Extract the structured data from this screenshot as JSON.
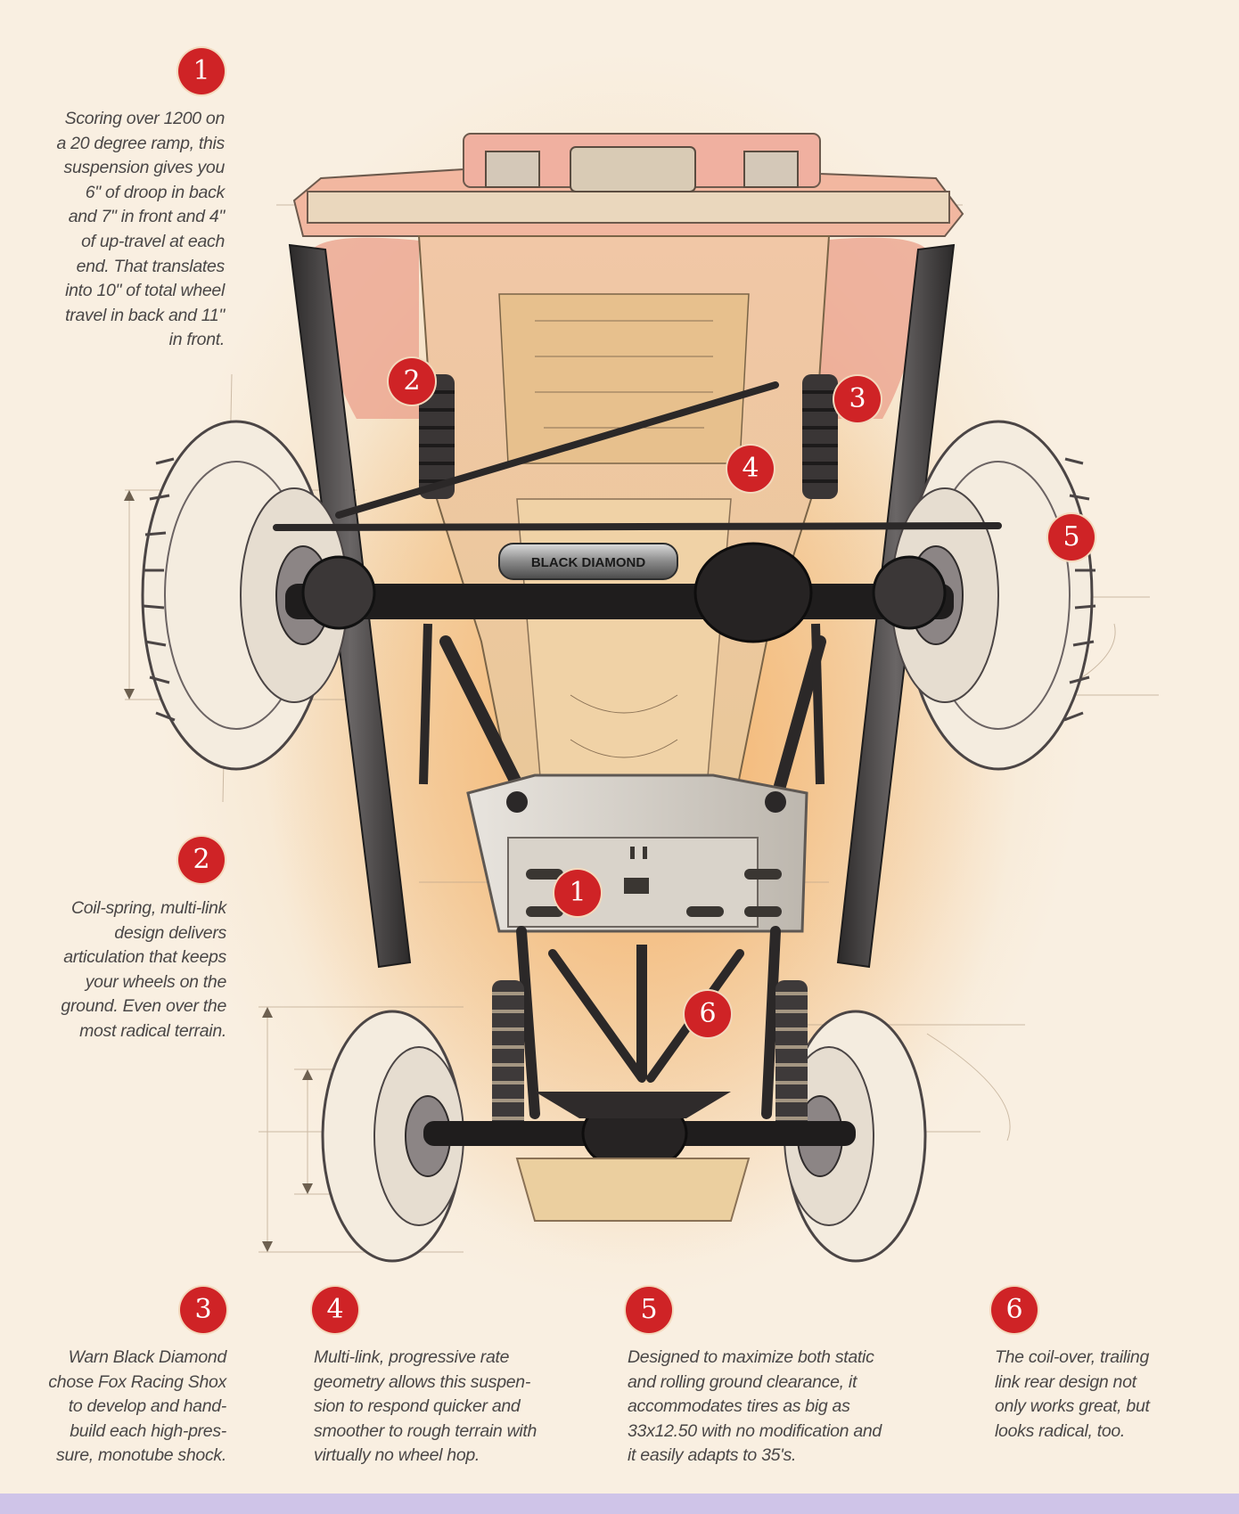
{
  "callouts": [
    {
      "number": "1",
      "text": "Scoring over 1200 on\na 20 degree ramp, this\nsuspension gives you\n6\" of droop in back\nand 7\" in front and 4\"\nof up-travel at each\nend. That translates\ninto 10\" of total wheel\ntravel in back and 11\"\nin front."
    },
    {
      "number": "2",
      "text": "Coil-spring, multi-link\ndesign delivers\narticulation that keeps\nyour wheels on the\nground. Even over the\nmost radical terrain."
    },
    {
      "number": "3",
      "text": "Warn Black Diamond\nchose Fox Racing Shox\nto develop and hand-\nbuild each high-pres-\nsure, monotube shock."
    },
    {
      "number": "4",
      "text": "Multi-link, progressive rate\ngeometry allows this suspen-\nsion to respond quicker and\nsmoother to rough terrain with\nvirtually no wheel hop."
    },
    {
      "number": "5",
      "text": "Designed to maximize both static\nand rolling ground clearance, it\naccommodates tires as big as\n33x12.50 with no modification and\nit easily adapts to 35's."
    },
    {
      "number": "6",
      "text": "The coil-over, trailing\nlink rear design not\nonly works great, but\nlooks radical, too."
    }
  ],
  "markers": [
    "2",
    "3",
    "4",
    "5",
    "1",
    "6"
  ],
  "shock_label": "BLACK DIAMOND",
  "colors": {
    "badge": "#cf2326",
    "text": "#4a4747",
    "paper": "#f7e6cf"
  }
}
